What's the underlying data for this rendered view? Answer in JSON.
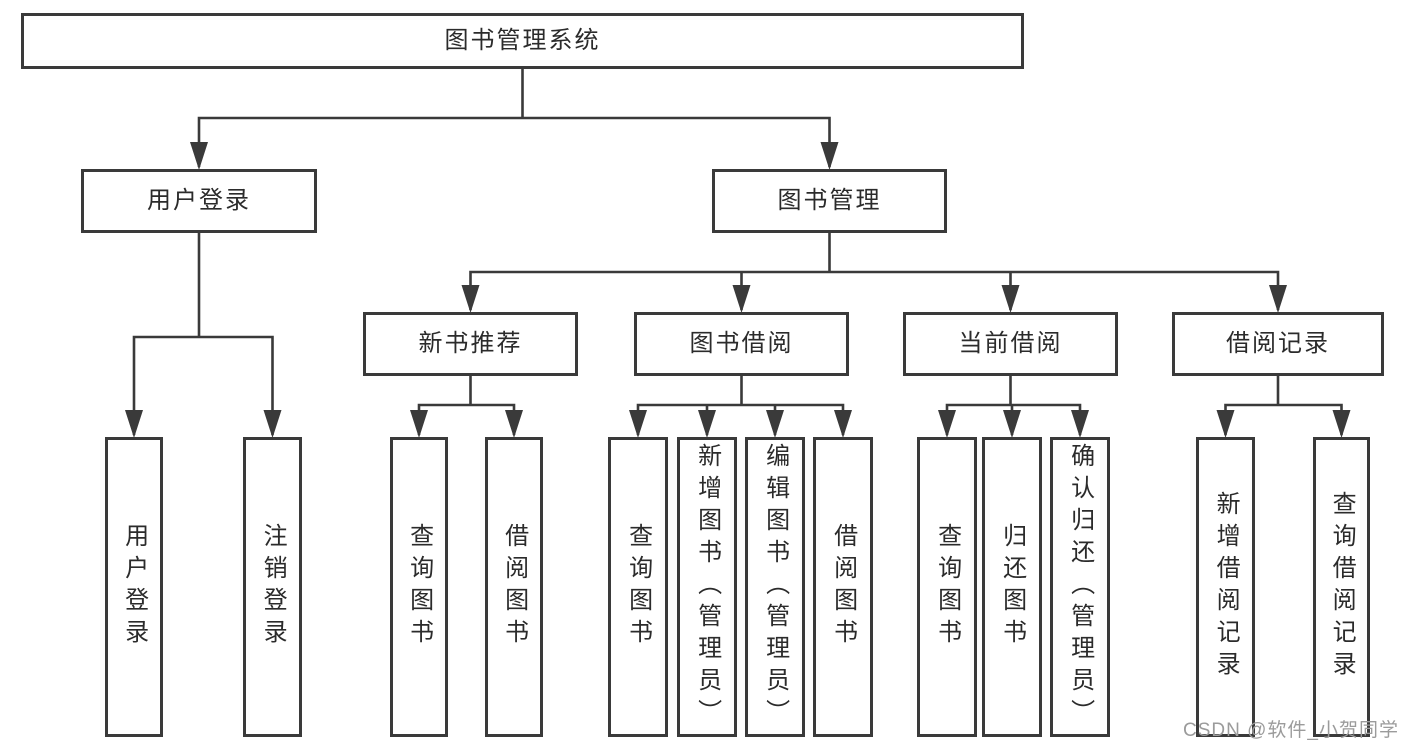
{
  "nodes": {
    "root": {
      "label": "图书管理系统"
    },
    "l2": [
      {
        "label": "用户登录",
        "parent": "图书管理系统"
      },
      {
        "label": "图书管理",
        "parent": "图书管理系统"
      }
    ],
    "l3": [
      {
        "label": "新书推荐",
        "parent": "图书管理"
      },
      {
        "label": "图书借阅",
        "parent": "图书管理"
      },
      {
        "label": "当前借阅",
        "parent": "图书管理"
      },
      {
        "label": "借阅记录",
        "parent": "图书管理"
      }
    ],
    "l4": [
      {
        "label": "用户登录",
        "parent": "用户登录"
      },
      {
        "label": "注销登录",
        "parent": "用户登录"
      },
      {
        "label": "查询图书",
        "parent": "新书推荐"
      },
      {
        "label": "借阅图书",
        "parent": "新书推荐"
      },
      {
        "label": "查询图书",
        "parent": "图书借阅"
      },
      {
        "label": "新增图书（管理员）",
        "parent": "图书借阅"
      },
      {
        "label": "编辑图书（管理员）",
        "parent": "图书借阅"
      },
      {
        "label": "借阅图书",
        "parent": "图书借阅"
      },
      {
        "label": "查询图书",
        "parent": "当前借阅"
      },
      {
        "label": "归还图书",
        "parent": "当前借阅"
      },
      {
        "label": "确认归还（管理员）",
        "parent": "当前借阅"
      },
      {
        "label": "新增借阅记录",
        "parent": "借阅记录"
      },
      {
        "label": "查询借阅记录",
        "parent": "借阅记录"
      }
    ]
  },
  "watermark": {
    "text": "CSDN @软件_小贺同学"
  },
  "colors": {
    "line": "#3a3a3a",
    "box_border": "#3a3a3a",
    "text": "#2b2b2b",
    "background": "#ffffff",
    "watermark": "#9b9b9b"
  }
}
